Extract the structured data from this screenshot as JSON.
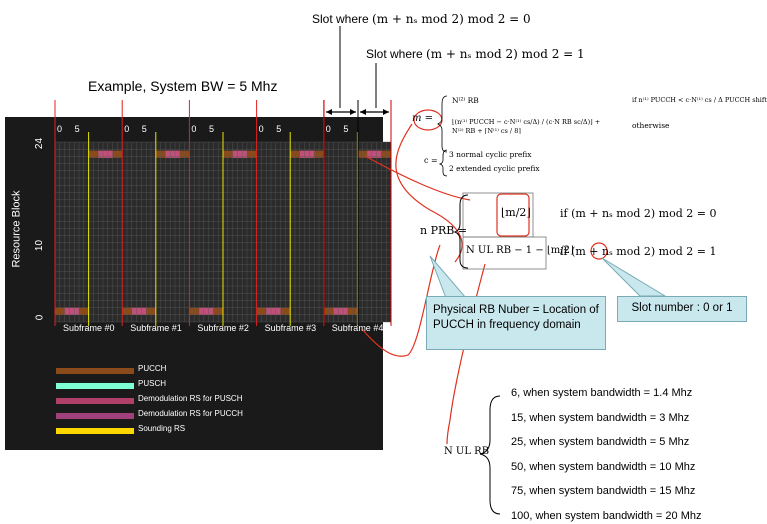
{
  "slot_label_even": "Slot where",
  "slot_label_odd": "Slot where",
  "slot_formula_even": "(m + nₛ mod 2) mod 2 = 0",
  "slot_formula_odd": "(m + nₛ mod 2) mod 2 = 1",
  "example_title": "Example, System BW = 5 Mhz",
  "plot": {
    "y_axis_label": "Resource Block",
    "y_ticks": [
      "24",
      "10",
      "0"
    ],
    "x_tick_0": "0",
    "x_tick_5": "5",
    "subframes": [
      "Subframe #0",
      "Subframe #1",
      "Subframe #2",
      "Subframe #3",
      "Subframe #4"
    ]
  },
  "legend": [
    {
      "label": "PUCCH",
      "color": "#8b4a1a"
    },
    {
      "label": "PUSCH",
      "color": "#7fffd4"
    },
    {
      "label": "Demodulation RS for PUSCH",
      "color": "#b0406a"
    },
    {
      "label": "Demodulation RS for PUCCH",
      "color": "#a0407a"
    },
    {
      "label": "Sounding RS",
      "color": "#ffd700"
    }
  ],
  "formula_m": {
    "lhs": "m =",
    "case1_cond": "if n⁽¹⁾ PUCCH < c·N⁽¹⁾ cs / Δ PUCCH shift",
    "case2_cond": "otherwise",
    "case1_expr": "N⁽²⁾ RB",
    "case2_expr": "⌊(n⁽¹⁾ PUCCH − c·N⁽¹⁾ cs/Δ) / (c·N RB sc/Δ)⌋ + N⁽²⁾ RB + ⌈N⁽¹⁾ cs / 8⌉",
    "c_lhs": "c =",
    "c_case1": "3   normal cyclic prefix",
    "c_case2": "2   extended cyclic prefix"
  },
  "formula_nprb": {
    "lhs": "n PRB =",
    "case1_expr": "⌊m/2⌋",
    "case1_cond": "if (m + nₛ mod 2) mod 2 = 0",
    "case2_expr": "N UL RB − 1 − ⌊m/2⌋",
    "case2_cond": "if (m + nₛ mod 2) mod 2 = 1"
  },
  "callout_prb": "Physical RB Nuber = Location of PUCCH in frequency domain",
  "callout_slot": "Slot number : 0 or 1",
  "nul_label": "N UL RB",
  "bandwidths": [
    "6, when system bandwidth = 1.4 Mhz",
    "15, when system bandwidth = 3 Mhz",
    "25, when system bandwidth = 5 Mhz",
    "50, when system bandwidth = 10 Mhz",
    "75, when system bandwidth = 15 Mhz",
    "100, when system bandwidth = 20 Mhz"
  ]
}
